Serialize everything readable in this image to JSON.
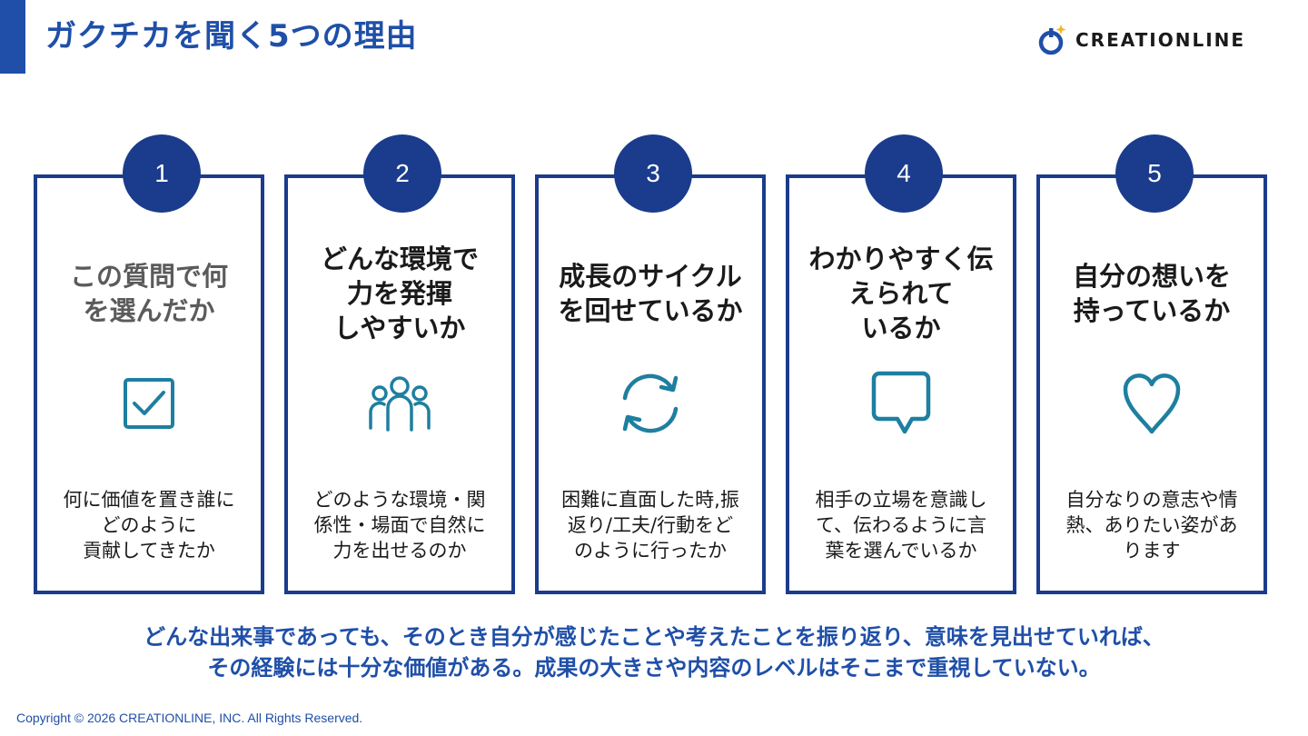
{
  "header": {
    "title": "ガクチカを聞く5つの理由",
    "logo_text": "CREATIONLINE"
  },
  "colors": {
    "accent": "#1f4fa8",
    "badge": "#1b3c8c",
    "icon": "#1e7fa0"
  },
  "cards": [
    {
      "number": "1",
      "title": "この質問で何\nを選んだか",
      "icon": "checkbox-icon",
      "description": "何に価値を置き誰に\nどのように\n貢献してきたか"
    },
    {
      "number": "2",
      "title": "どんな環境で\n力を発揮\nしやすいか",
      "icon": "people-icon",
      "description": "どのような環境・関\n係性・場面で自然に\n力を出せるのか"
    },
    {
      "number": "3",
      "title": "成長のサイクル\nを回せているか",
      "icon": "refresh-icon",
      "description": "困難に直面した時,振\n返り/工夫/行動をど\nのように行ったか"
    },
    {
      "number": "4",
      "title": "わかりやすく伝\nえられて\nいるか",
      "icon": "speech-bubble-icon",
      "description": "相手の立場を意識し\nて、伝わるように言\n葉を選んでいるか"
    },
    {
      "number": "5",
      "title": "自分の想いを\n持っているか",
      "icon": "heart-icon",
      "description": "自分なりの意志や情\n熱、ありたい姿があ\nります"
    }
  ],
  "footer": {
    "message": "どんな出来事であっても、そのとき自分が感じたことや考えたことを振り返り、意味を見出せていれば、\nその経験には十分な価値がある。成果の大きさや内容のレベルはそこまで重視していない。",
    "copyright": "Copyright © 2026 CREATIONLINE, INC. All Rights Reserved."
  }
}
